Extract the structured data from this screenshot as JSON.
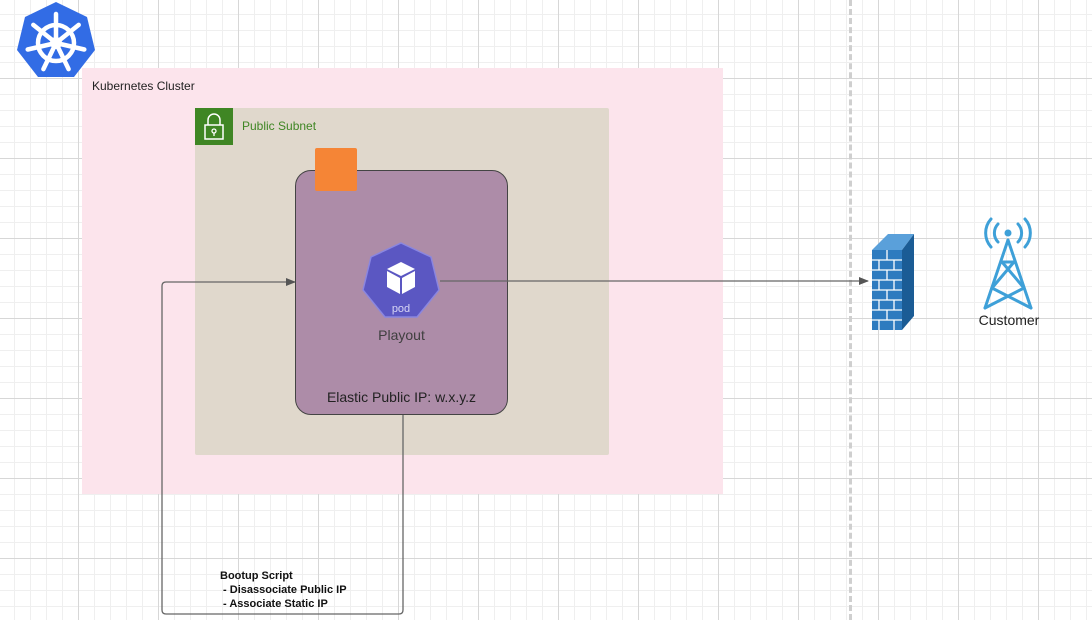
{
  "cluster": {
    "label": "Kubernetes Cluster"
  },
  "subnet": {
    "label": "Public Subnet"
  },
  "pod": {
    "icon_text": "pod",
    "label": "Playout",
    "ip_label": "Elastic Public IP: w.x.y.z"
  },
  "customer": {
    "label": "Customer"
  },
  "bootup": {
    "title": "Bootup Script",
    "steps": [
      " - Disassociate Public IP",
      " - Associate Static IP"
    ]
  },
  "colors": {
    "cluster_bg": "#fce4ec",
    "subnet_bg": "#e0d8cc",
    "subnet_accent": "#3f8624",
    "pod_box": "#ad8ca8",
    "pod_icon": "#5b57c2",
    "kubernetes_blue": "#326ce5",
    "firewall_blue": "#2e7bbf",
    "tower_blue": "#3ea0d8",
    "accent_orange": "#f58536"
  },
  "icons": [
    "kubernetes-logo-icon",
    "lock-icon",
    "pod-cube-icon",
    "firewall-icon",
    "cell-tower-icon"
  ]
}
